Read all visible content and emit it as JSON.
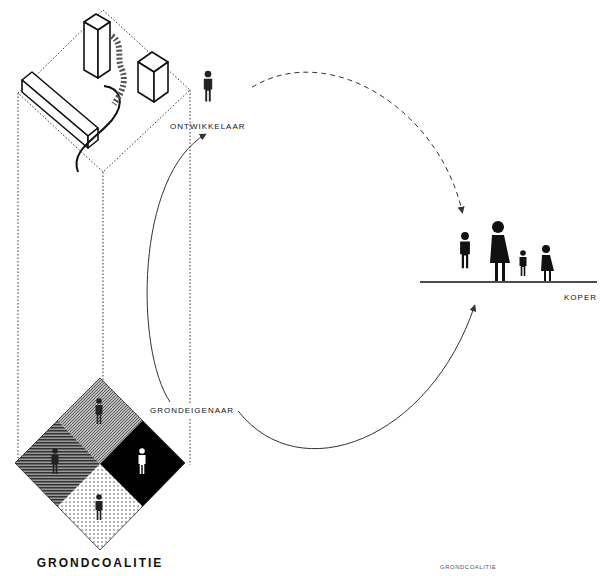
{
  "diagram": {
    "caption": "GRONDCOALITIE",
    "nodes": [
      {
        "text": [
          "ONTWIKKELAAR"
        ]
      },
      {
        "text": [
          "KOPER"
        ]
      },
      {
        "text": [
          "GRONDEIGENAAR"
        ]
      },
      {
        "text": [
          "GRONDCOALITIE"
        ]
      }
    ],
    "edges": [
      {
        "from": 2,
        "to": 0,
        "arrow": "to"
      },
      {
        "from": 0,
        "to": 1,
        "arrow": "to"
      },
      {
        "from": 2,
        "to": 1,
        "arrow": "to"
      }
    ]
  }
}
